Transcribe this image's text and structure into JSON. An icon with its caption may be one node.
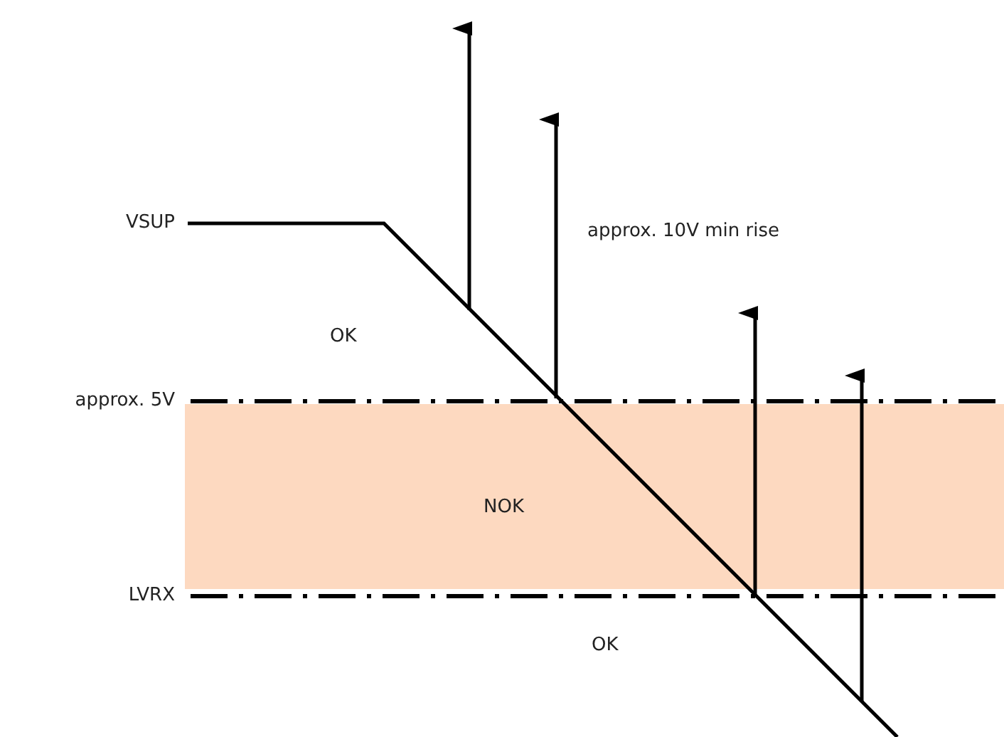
{
  "diagram": {
    "nodes": [
      {
        "text": [
          "NOK"
        ]
      }
    ],
    "labels": [
      "VSUP",
      "approx. 10V min rise",
      "OK",
      "approx. 5V",
      "LVRX",
      "OK"
    ]
  }
}
